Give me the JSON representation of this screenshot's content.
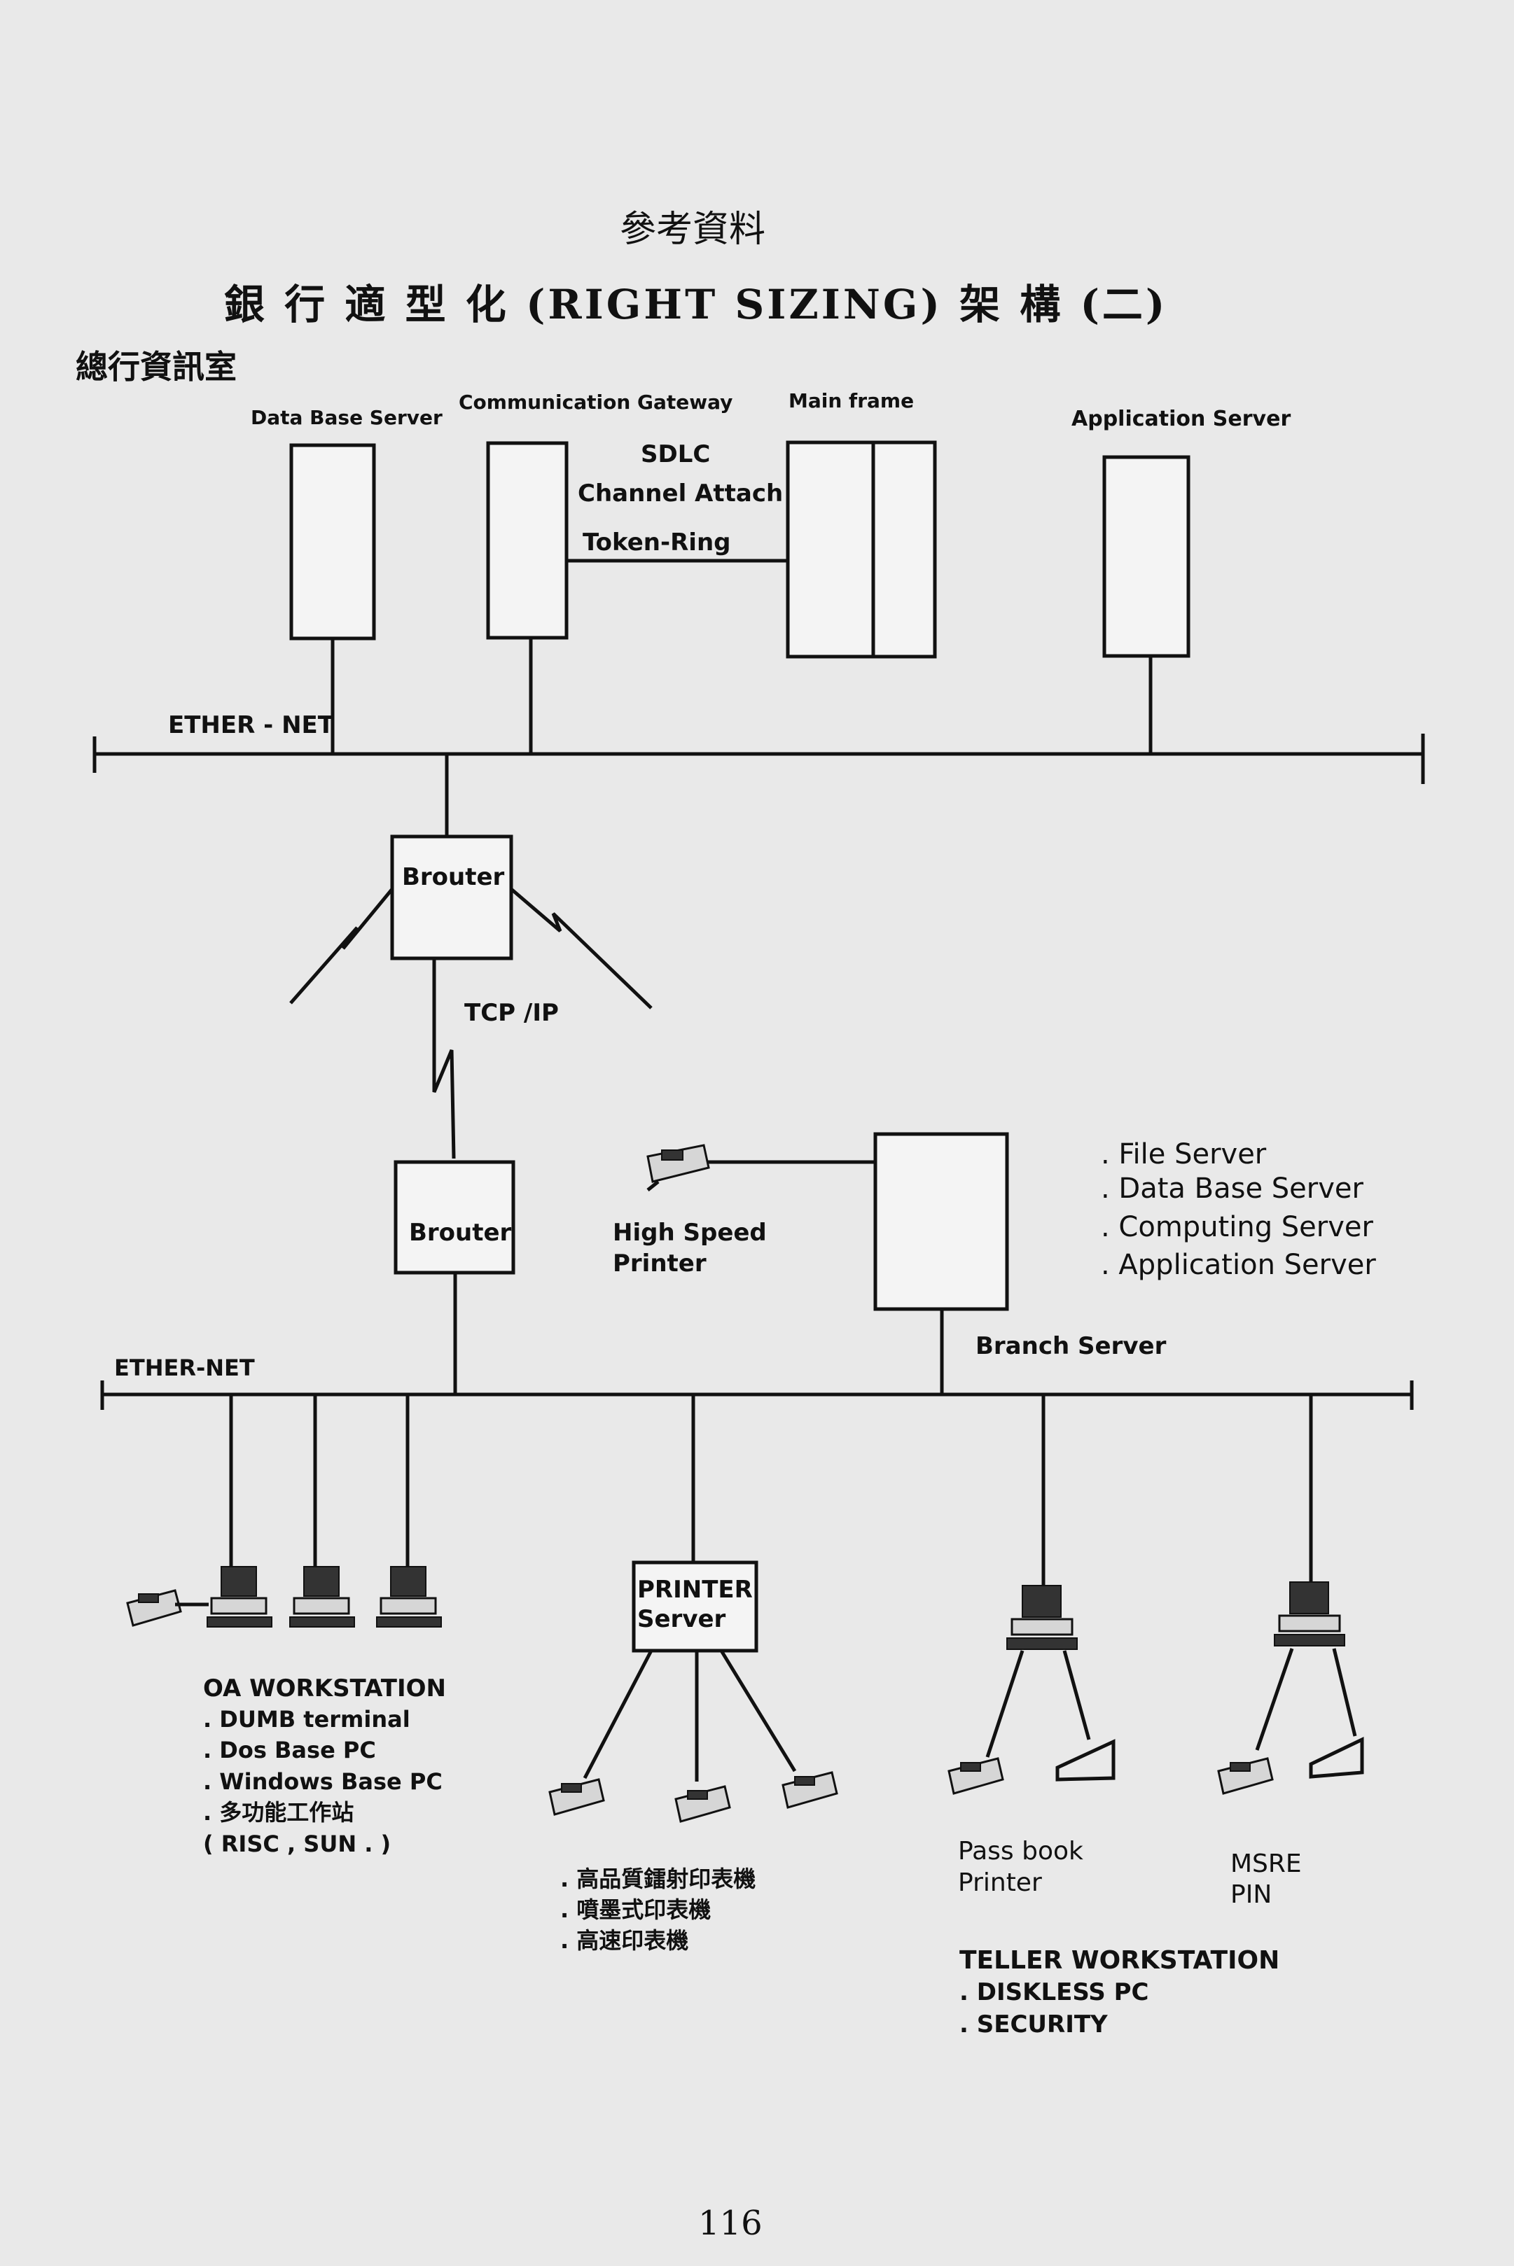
{
  "page": {
    "title": "銀 行 適 型 化 (RIGHT SIZING) 架 構 (二)",
    "header_marks": "參考資料",
    "section_label": "總行資訊室",
    "page_number": "116"
  },
  "hq": {
    "db_server_label": "Data Base Server",
    "comm_gateway_label": "Communication Gateway",
    "mainframe_label": "Main frame",
    "app_server_label": "Application Server",
    "sdlc": "SDLC",
    "channel_attach": "Channel Attach",
    "token_ring": "Token-Ring",
    "ethernet_label": "ETHER - NET"
  },
  "wan": {
    "brouter_top": "Brouter",
    "tcpip": "TCP /IP",
    "brouter_bottom": "Brouter"
  },
  "branch": {
    "printer_line1": "High Speed",
    "printer_line2": "Printer",
    "server_label": "Branch Server",
    "services": [
      ". File Server",
      ". Data Base Server",
      ". Computing Server",
      ". Application Server"
    ],
    "ethernet_label": "ETHER-NET"
  },
  "oa": {
    "title": "OA WORKSTATION",
    "items": [
      ". DUMB terminal",
      ". Dos Base PC",
      ". Windows Base PC",
      ". 多功能工作站",
      "( RISC , SUN . )"
    ]
  },
  "printer_server": {
    "line1": "PRINTER",
    "line2": "Server",
    "items": [
      ". 高品質鐳射印表機",
      ". 噴墨式印表機",
      ". 高速印表機"
    ]
  },
  "teller": {
    "passbook_line1": "Pass book",
    "passbook_line2": "Printer",
    "msre": "MSRE",
    "pin": "PIN",
    "title": "TELLER WORKSTATION",
    "items": [
      ". DISKLESS PC",
      ". SECURITY"
    ]
  }
}
